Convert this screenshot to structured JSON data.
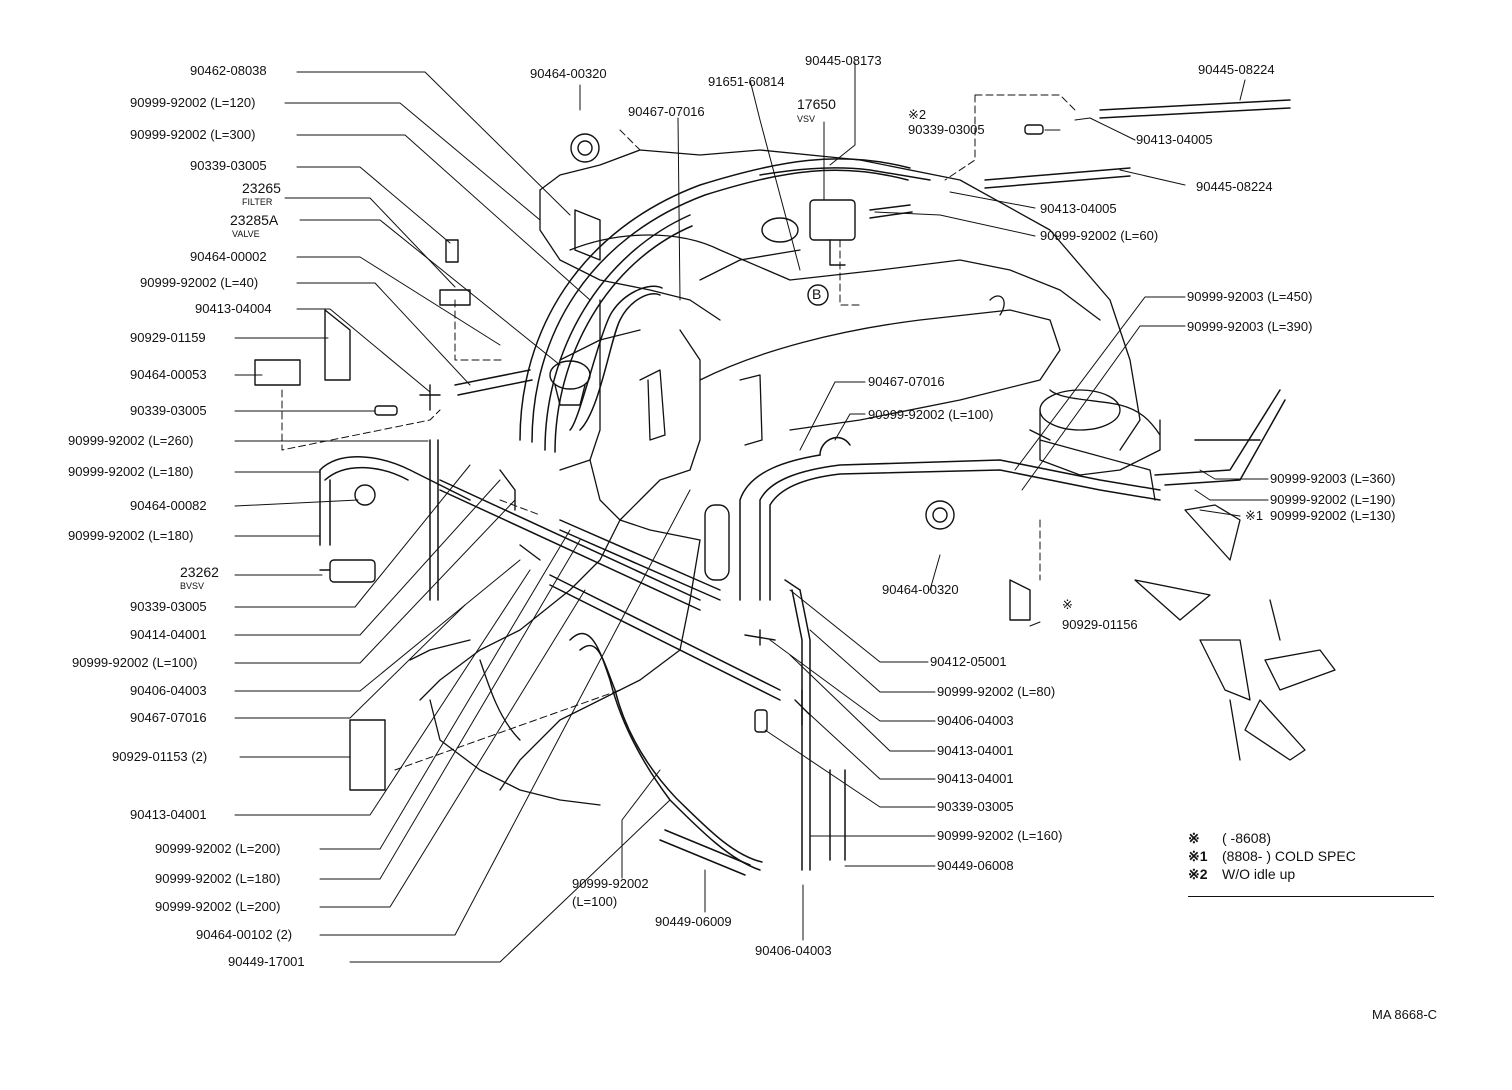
{
  "labels": {
    "l01": "90462-08038",
    "l02": "90999-92002 (L=120)",
    "l03": "90999-92002 (L=300)",
    "l04": "90339-03005",
    "l05": "23265",
    "l05s": "FILTER",
    "l06": "23285A",
    "l06s": "VALVE",
    "l07": "90464-00002",
    "l08": "90999-92002 (L=40)",
    "l09": "90413-04004",
    "l10": "90929-01159",
    "l11": "90464-00053",
    "l12": "90339-03005",
    "l13": "90999-92002 (L=260)",
    "l14": "90999-92002 (L=180)",
    "l15": "90464-00082",
    "l16": "90999-92002 (L=180)",
    "l17": "23262",
    "l17s": "BVSV",
    "l18": "90339-03005",
    "l19": "90414-04001",
    "l20": "90999-92002 (L=100)",
    "l21": "90406-04003",
    "l22": "90467-07016",
    "l23": "90929-01153 (2)",
    "l24": "90413-04001",
    "l25": "90999-92002 (L=200)",
    "l26": "90999-92002 (L=180)",
    "l27": "90999-92002 (L=200)",
    "l28": "90464-00102 (2)",
    "l29": "90449-17001",
    "t01": "90464-00320",
    "t02": "90467-07016",
    "t03": "91651-60814",
    "t04": "90445-08173",
    "t05": "17650",
    "t05s": "VSV",
    "t06": "90445-08224",
    "t07": "※2",
    "t08": "90339-03005",
    "t09": "90413-04005",
    "t10": "90445-08224",
    "t11": "90413-04005",
    "t12": "90999-92002 (L=60)",
    "r01": "90999-92003 (L=450)",
    "r02": "90999-92003 (L=390)",
    "r03": "90467-07016",
    "r04": "90999-92002 (L=100)",
    "r05": "90999-92003 (L=360)",
    "r06": "90999-92002 (L=190)",
    "r07": "※1",
    "r07b": "90999-92002 (L=130)",
    "r08": "90464-00320",
    "r09": "※",
    "r10": "90929-01156",
    "r11": "90412-05001",
    "r12": "90999-92002 (L=80)",
    "r13": "90406-04003",
    "r14": "90413-04001",
    "r15": "90413-04001",
    "r16": "90339-03005",
    "r17": "90999-92002 (L=160)",
    "r18": "90449-06008",
    "b01": "90999-92002",
    "b01b": "(L=100)",
    "b02": "90449-06009",
    "b03": "90406-04003",
    "marker_b": "B"
  },
  "legend": [
    {
      "mark": "※",
      "text": "(        -8608)"
    },
    {
      "mark": "※1",
      "text": "(8808-        ) COLD SPEC"
    },
    {
      "mark": "※2",
      "text": "W/O idle up"
    }
  ],
  "drawing_code": "MA 8668-C"
}
